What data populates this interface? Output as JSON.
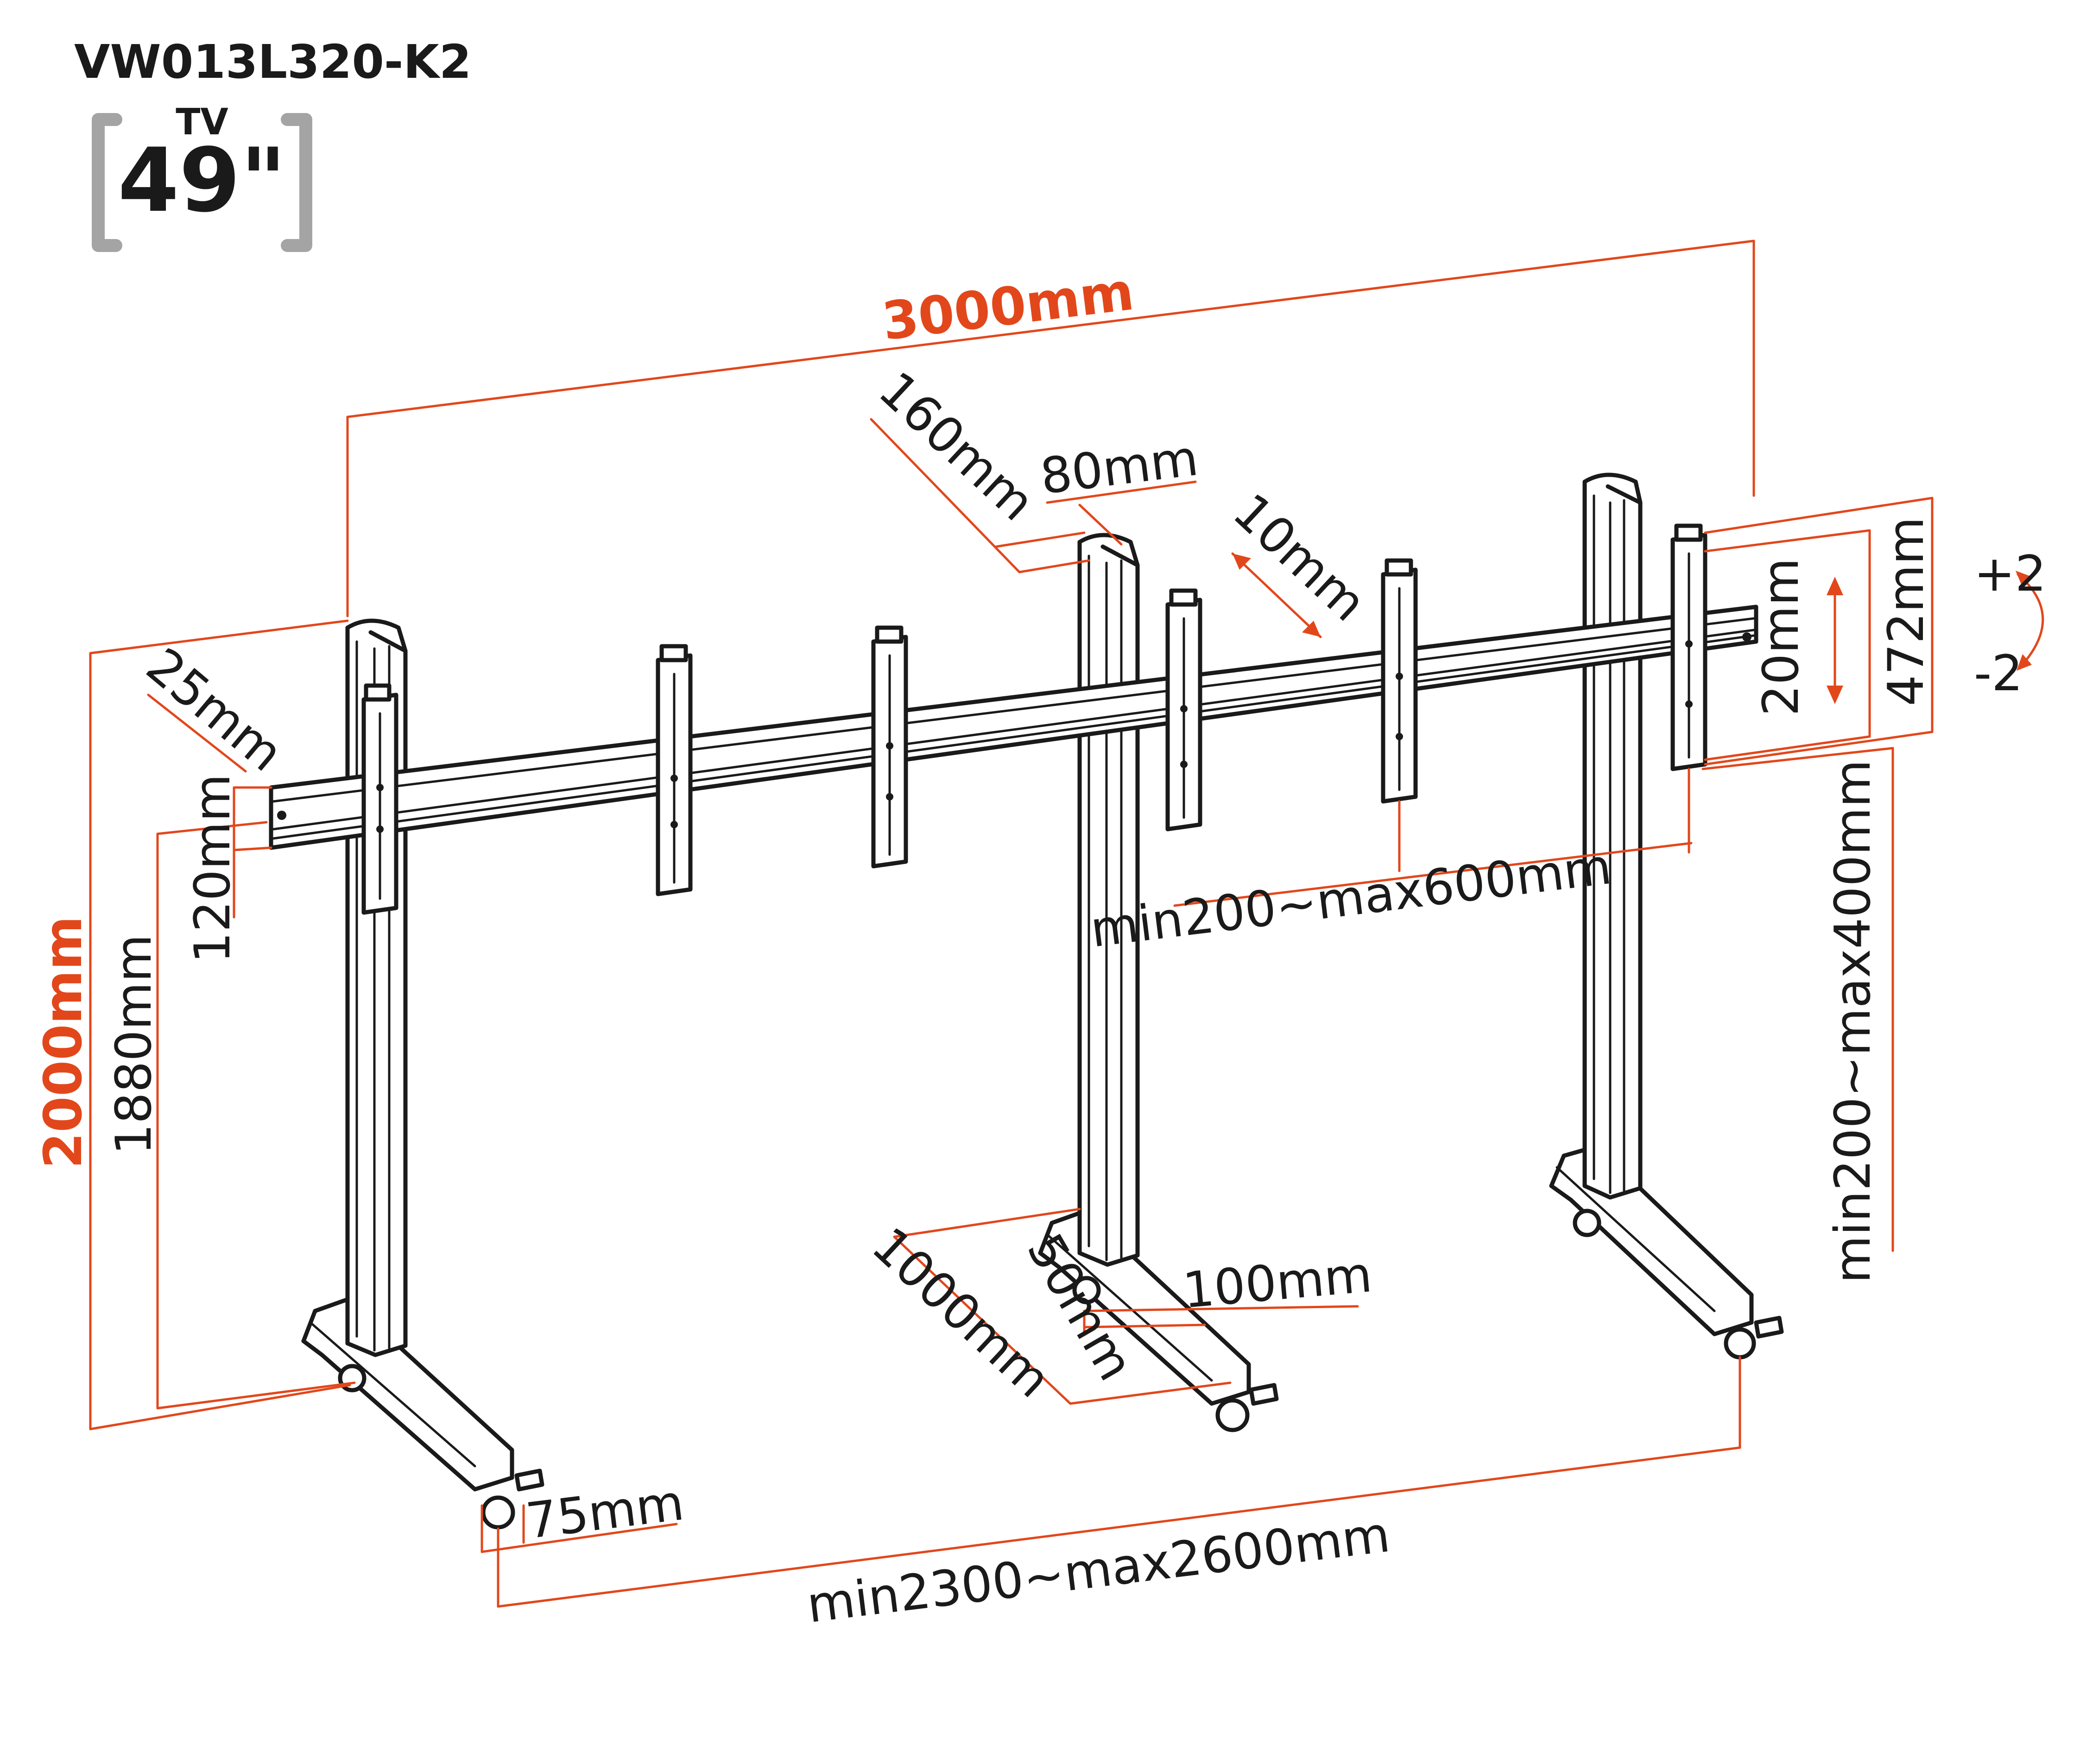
{
  "model": "VW013L320-K2",
  "badge": {
    "tv_label": "TV",
    "size": "49\""
  },
  "colors": {
    "accent": "#e2471b",
    "line": "#1a1a1a",
    "bracket": "#a4a4a4"
  },
  "dimensions": {
    "width_total": "3000mm",
    "height_total": "2000mm",
    "height_rail": "1880mm",
    "rail_height": "120mm",
    "rail_depth": "25mm",
    "bracket_top": "160mm",
    "bracket_width": "80mm",
    "slot": "10mm",
    "tilt_travel": "20mm",
    "bracket_length": "472mm",
    "tilt_plus": "+2",
    "tilt_minus": "-2",
    "bracket_spacing": "min200~max600mm",
    "vertical_adjust": "min200~max400mm",
    "base_depth": "1000mm",
    "base_offset": "50mm",
    "base_width": "100mm",
    "caster": "75mm",
    "post_spacing": "min2300~max2600mm"
  }
}
